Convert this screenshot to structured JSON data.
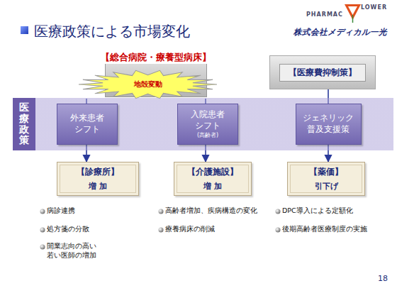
{
  "diagram": {
    "title": "医療政策による市場変化",
    "nodes": [
      {
        "text": [
          "【総合病院・療養型病床】"
        ]
      },
      {
        "text": [
          "地殻変動"
        ],
        "in": 0
      },
      {
        "text": [
          "【医療費抑制策】"
        ]
      },
      {
        "text": [
          "医療政策"
        ]
      },
      {
        "text": [
          "外来患者 シフト"
        ],
        "in": 3
      },
      {
        "text": [
          "入院患者 シフト",
          "(高齢者)"
        ],
        "in": 3
      },
      {
        "text": [
          "ジェネリック 普及支援策"
        ],
        "in": 3
      },
      {
        "text": [
          "【診療所】",
          "増 加"
        ]
      },
      {
        "text": [
          "【介護施設】",
          "増 加"
        ]
      },
      {
        "text": [
          "【薬価】",
          "引下げ"
        ]
      }
    ],
    "edges": [
      {
        "from": 1,
        "to": 7,
        "arrow": "to"
      },
      {
        "from": 1,
        "to": 8,
        "arrow": "to"
      },
      {
        "from": 2,
        "to": 9,
        "arrow": "to"
      }
    ],
    "labels": [
      "PHARMAC",
      "LOWER",
      "株式会社メディカル一光",
      "病診連携",
      "処方箋の分散",
      "開業志向の高い 若い医師の増加",
      "高齢者増加、疾病構造の変化",
      "療養病床の削減",
      "DPC導入による定額化",
      "後期高齢者医療制度の実施",
      "18"
    ]
  }
}
